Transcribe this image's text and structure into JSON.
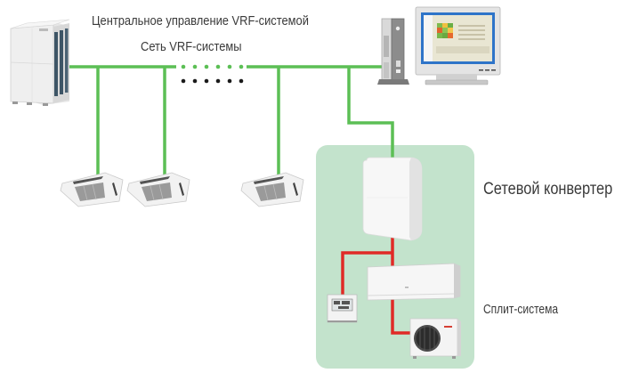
{
  "labels": {
    "central_control": "Центральное управление VRF-системой",
    "vrf_network": "Сеть VRF-системы",
    "network_converter": "Сетевой конвертер",
    "split_system": "Сплит-система"
  },
  "colors": {
    "network_line": "#5cbf55",
    "split_line": "#e02a26",
    "converter_zone": "#c3e3cc",
    "text": "#3a3a3a",
    "continuation_dots": "#1a1a1a"
  },
  "nodes": {
    "outdoor_vrf_unit": "vrf-outdoor-unit-icon",
    "pc_tower": "computer-tower-icon",
    "monitor": "monitor-icon",
    "cassette_units": [
      "ceiling-cassette-icon",
      "ceiling-cassette-icon",
      "ceiling-cassette-icon"
    ],
    "converter": "network-converter-icon",
    "split_indoor": "wall-split-indoor-unit-icon",
    "split_outdoor": "split-outdoor-unit-icon",
    "remote_controller": "wired-remote-controller-icon"
  },
  "continuation": {
    "green_dot_count": 6,
    "black_dot_count": 6
  }
}
